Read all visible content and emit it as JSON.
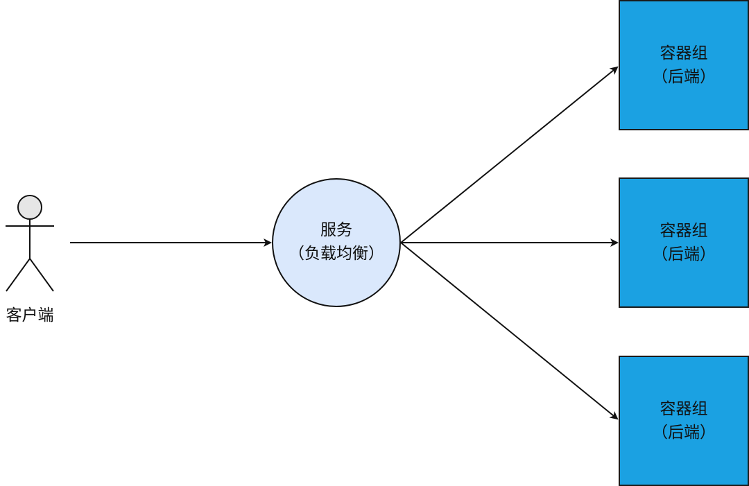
{
  "client": {
    "label": "客户端"
  },
  "service": {
    "title": "服务",
    "subtitle": "（负载均衡）",
    "fill": "#dae8fc"
  },
  "pods": [
    {
      "title": "容器组",
      "subtitle": "（后端）"
    },
    {
      "title": "容器组",
      "subtitle": "（后端）"
    },
    {
      "title": "容器组",
      "subtitle": "（后端）"
    }
  ],
  "colors": {
    "pod_fill": "#1ba1e2",
    "stroke": "#111111",
    "actor_head": "#e6e6e6"
  }
}
